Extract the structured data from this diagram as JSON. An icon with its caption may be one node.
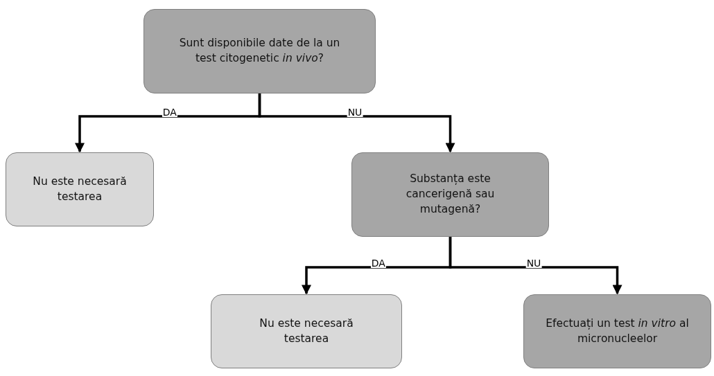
{
  "diagram": {
    "nodes": [
      {
        "text": [
          "Sunt disponibile date de la un test citogenetic *in vivo*?"
        ]
      },
      {
        "text": [
          "Nu este necesară testarea"
        ]
      },
      {
        "text": [
          "Substanța este cancerigenă sau mutagenă?"
        ]
      },
      {
        "text": [
          "Nu este necesară testarea"
        ]
      },
      {
        "text": [
          "Efectuați un test *in vitro* al micronucleelor"
        ]
      }
    ],
    "edges": [
      {
        "from": 0,
        "to": 1,
        "arrow": "to",
        "label": "DA"
      },
      {
        "from": 0,
        "to": 2,
        "arrow": "to",
        "label": "NU"
      },
      {
        "from": 2,
        "to": 3,
        "arrow": "to",
        "label": "DA"
      },
      {
        "from": 2,
        "to": 4,
        "arrow": "to",
        "label": "NU"
      }
    ]
  }
}
